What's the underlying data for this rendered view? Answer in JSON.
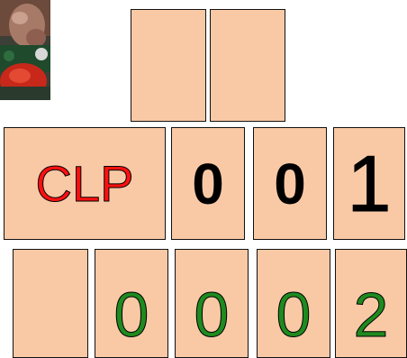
{
  "image": {
    "icon": "photo-thumbnail-icon"
  },
  "colors": {
    "tile_fill": "#f9c9a6",
    "tile_border": "#111111",
    "label_red": "#ff1010",
    "digit_black": "#000000",
    "digit_green": "#1f8a1f"
  },
  "rows": {
    "top": [
      {
        "text": ""
      },
      {
        "text": ""
      }
    ],
    "middle": [
      {
        "text": "CLP"
      },
      {
        "text": "0"
      },
      {
        "text": "0"
      },
      {
        "text": "1"
      }
    ],
    "bottom": [
      {
        "text": ""
      },
      {
        "text": "0"
      },
      {
        "text": "0"
      },
      {
        "text": "0"
      },
      {
        "text": "2"
      }
    ]
  }
}
